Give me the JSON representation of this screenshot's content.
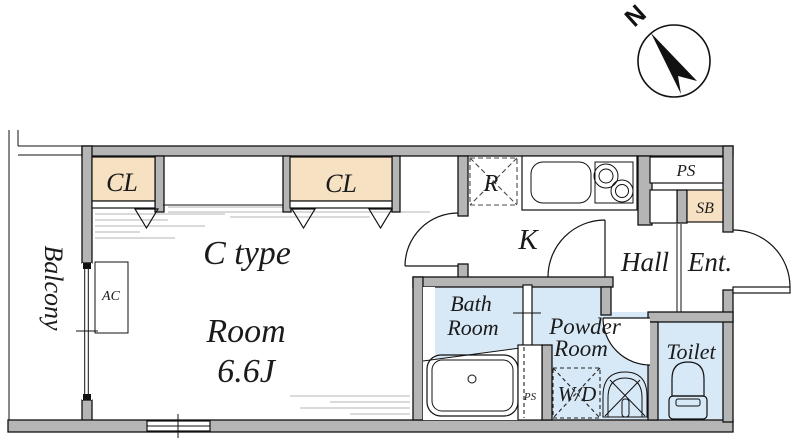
{
  "compass": {
    "north_label": "N"
  },
  "balcony": {
    "label": "Balcony"
  },
  "room": {
    "type_label": "C type",
    "name_label": "Room",
    "size_label": "6.6J",
    "closet1_label": "CL",
    "closet2_label": "CL",
    "ac_label": "AC"
  },
  "kitchen": {
    "label": "K",
    "refrigerator_label": "R"
  },
  "hall": {
    "label": "Hall",
    "entrance_label": "Ent.",
    "pipe_space_label": "PS",
    "shoe_box_label": "SB"
  },
  "bathroom": {
    "label_line1": "Bath",
    "label_line2": "Room",
    "pipe_space_label": "PS"
  },
  "powder_room": {
    "label_line1": "Powder",
    "label_line2": "Room",
    "washer_dryer_label": "W/D"
  },
  "toilet": {
    "label": "Toilet"
  },
  "colors": {
    "wall": "#b5b5b5",
    "closet_fill": "#f6e2c3",
    "wet_area_fill": "#d7e8f6",
    "line": "#1a1a1a",
    "hatch": "#b4b4b4"
  }
}
